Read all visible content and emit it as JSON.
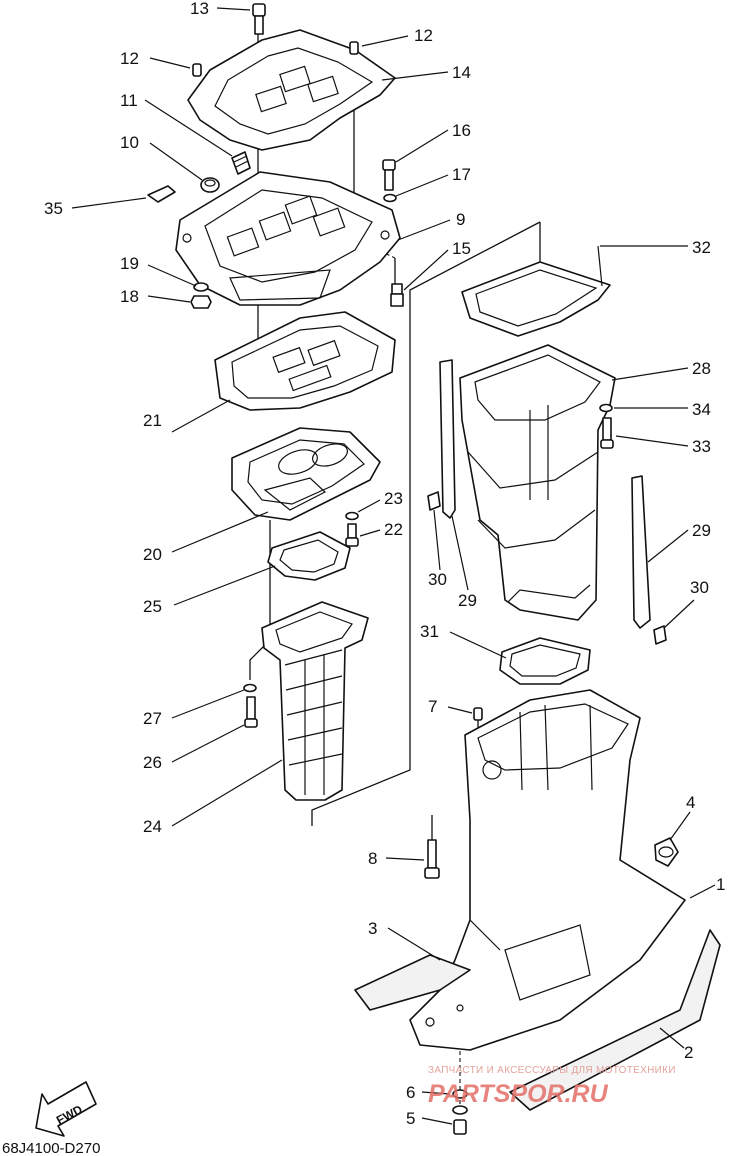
{
  "diagram_code": "68J4100-D270",
  "direction_label": "FWD",
  "watermark": {
    "tagline": "ЗАПЧАСТИ И АКСЕССУАРЫ ДЛЯ МОТОТЕХНИКИ",
    "site": "PARTSPOR.RU"
  },
  "callouts": [
    {
      "id": "c1",
      "label": "1"
    },
    {
      "id": "c2",
      "label": "2"
    },
    {
      "id": "c3",
      "label": "3"
    },
    {
      "id": "c4",
      "label": "4"
    },
    {
      "id": "c5",
      "label": "5"
    },
    {
      "id": "c6",
      "label": "6"
    },
    {
      "id": "c7",
      "label": "7"
    },
    {
      "id": "c8",
      "label": "8"
    },
    {
      "id": "c9",
      "label": "9"
    },
    {
      "id": "c10",
      "label": "10"
    },
    {
      "id": "c11",
      "label": "11"
    },
    {
      "id": "c12a",
      "label": "12"
    },
    {
      "id": "c12b",
      "label": "12"
    },
    {
      "id": "c13",
      "label": "13"
    },
    {
      "id": "c14",
      "label": "14"
    },
    {
      "id": "c15",
      "label": "15"
    },
    {
      "id": "c16",
      "label": "16"
    },
    {
      "id": "c17",
      "label": "17"
    },
    {
      "id": "c18",
      "label": "18"
    },
    {
      "id": "c19",
      "label": "19"
    },
    {
      "id": "c20",
      "label": "20"
    },
    {
      "id": "c21",
      "label": "21"
    },
    {
      "id": "c22",
      "label": "22"
    },
    {
      "id": "c23",
      "label": "23"
    },
    {
      "id": "c24",
      "label": "24"
    },
    {
      "id": "c25",
      "label": "25"
    },
    {
      "id": "c26",
      "label": "26"
    },
    {
      "id": "c27",
      "label": "27"
    },
    {
      "id": "c28",
      "label": "28"
    },
    {
      "id": "c29a",
      "label": "29"
    },
    {
      "id": "c29b",
      "label": "29"
    },
    {
      "id": "c30a",
      "label": "30"
    },
    {
      "id": "c30b",
      "label": "30"
    },
    {
      "id": "c31",
      "label": "31"
    },
    {
      "id": "c32",
      "label": "32"
    },
    {
      "id": "c33",
      "label": "33"
    },
    {
      "id": "c34",
      "label": "34"
    },
    {
      "id": "c35",
      "label": "35"
    }
  ]
}
